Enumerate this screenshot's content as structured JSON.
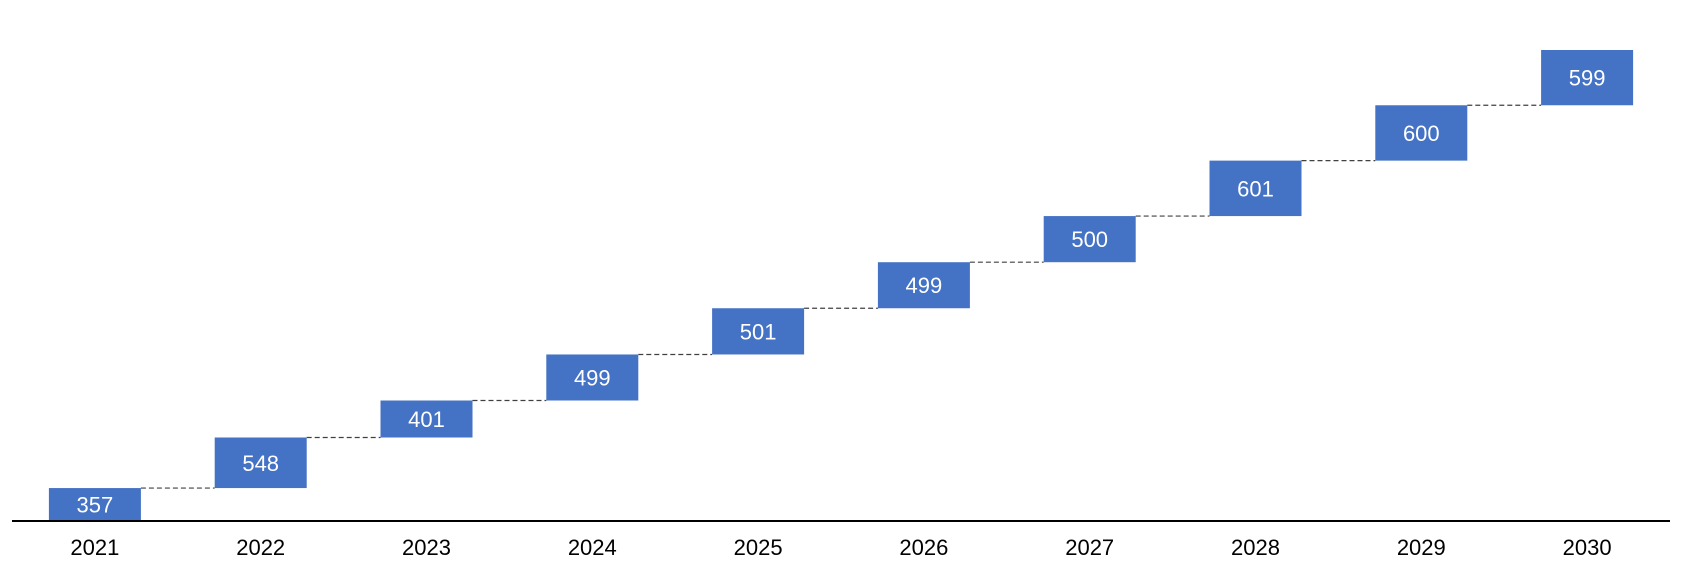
{
  "chart_data": {
    "type": "bar",
    "subtype": "waterfall",
    "categories": [
      "2021",
      "2022",
      "2023",
      "2024",
      "2025",
      "2026",
      "2027",
      "2028",
      "2029",
      "2030"
    ],
    "values": [
      357,
      548,
      401,
      499,
      501,
      499,
      500,
      601,
      600,
      599
    ],
    "title": "",
    "xlabel": "",
    "ylabel": "",
    "grid": false,
    "legend": "none",
    "colors": {
      "bar": "#4472C4",
      "label_inside": "#ffffff",
      "label_outside": "#000000",
      "connector": "#404040"
    }
  }
}
